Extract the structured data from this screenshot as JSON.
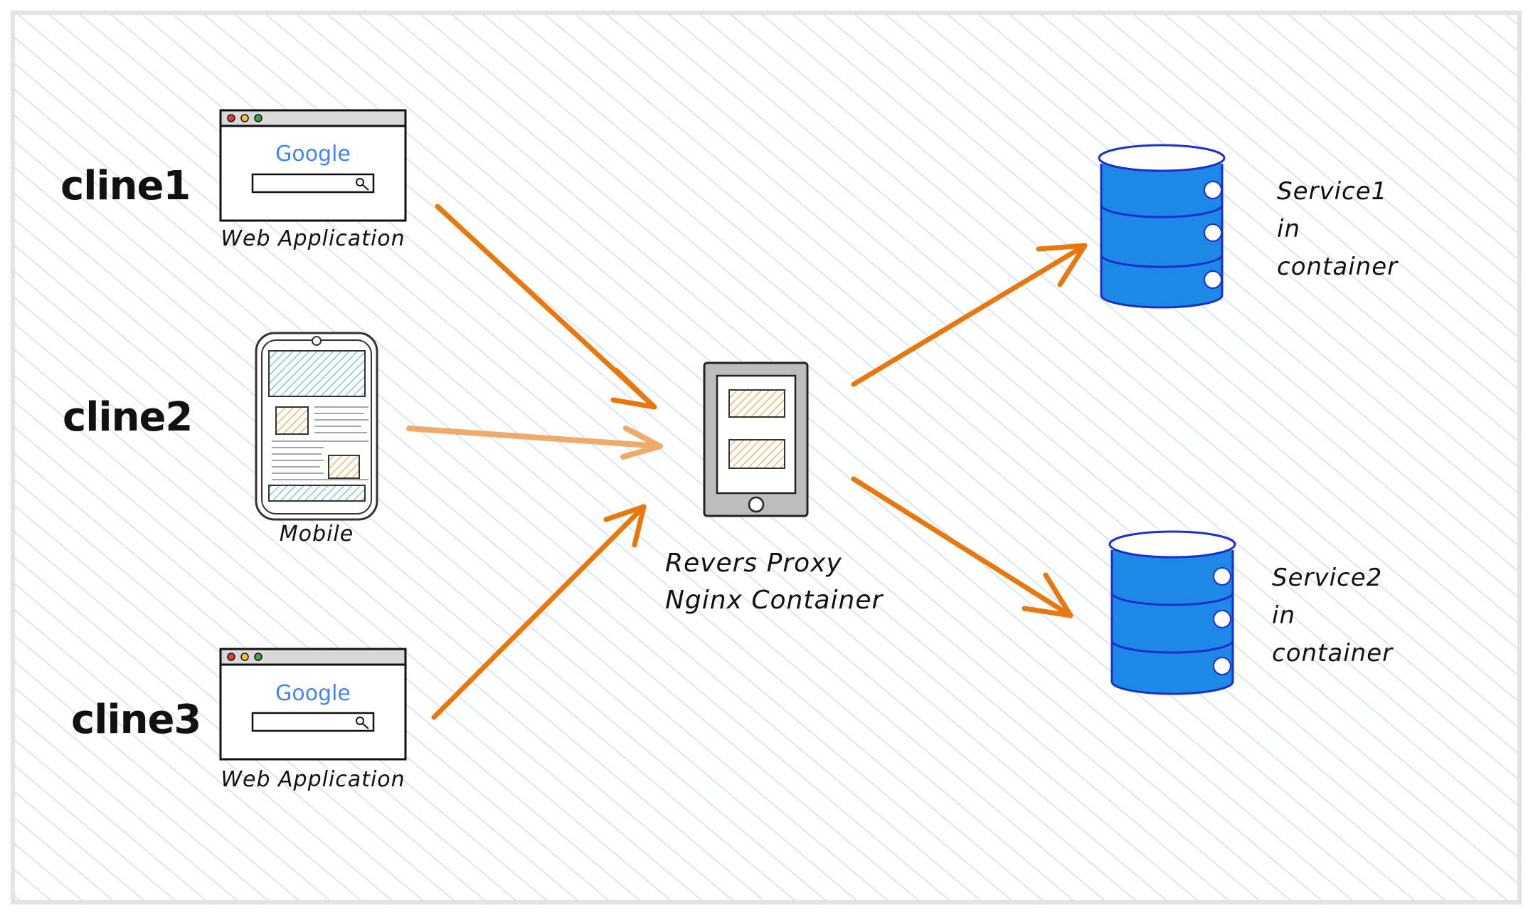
{
  "clients": [
    {
      "label": "cline1",
      "device": "Web Application"
    },
    {
      "label": "cline2",
      "device": "Mobile"
    },
    {
      "label": "cline3",
      "device": "Web Application"
    }
  ],
  "browser_logo": "Google",
  "proxy": {
    "line1": "Revers Proxy",
    "line2": "Nginx Container"
  },
  "services": [
    {
      "line1": "Service1",
      "line2": "in",
      "line3": "container"
    },
    {
      "line1": "Service2",
      "line2": "in",
      "line3": "container"
    }
  ],
  "colors": {
    "arrow": "#e8770e",
    "arrow_faded": "#f0aa6a",
    "database": "#1e88e5",
    "database_stroke": "#1a2fd0",
    "hatch": "#cfe0f3",
    "frame": "#e6e6e6",
    "card_fill": "#f5c060"
  }
}
